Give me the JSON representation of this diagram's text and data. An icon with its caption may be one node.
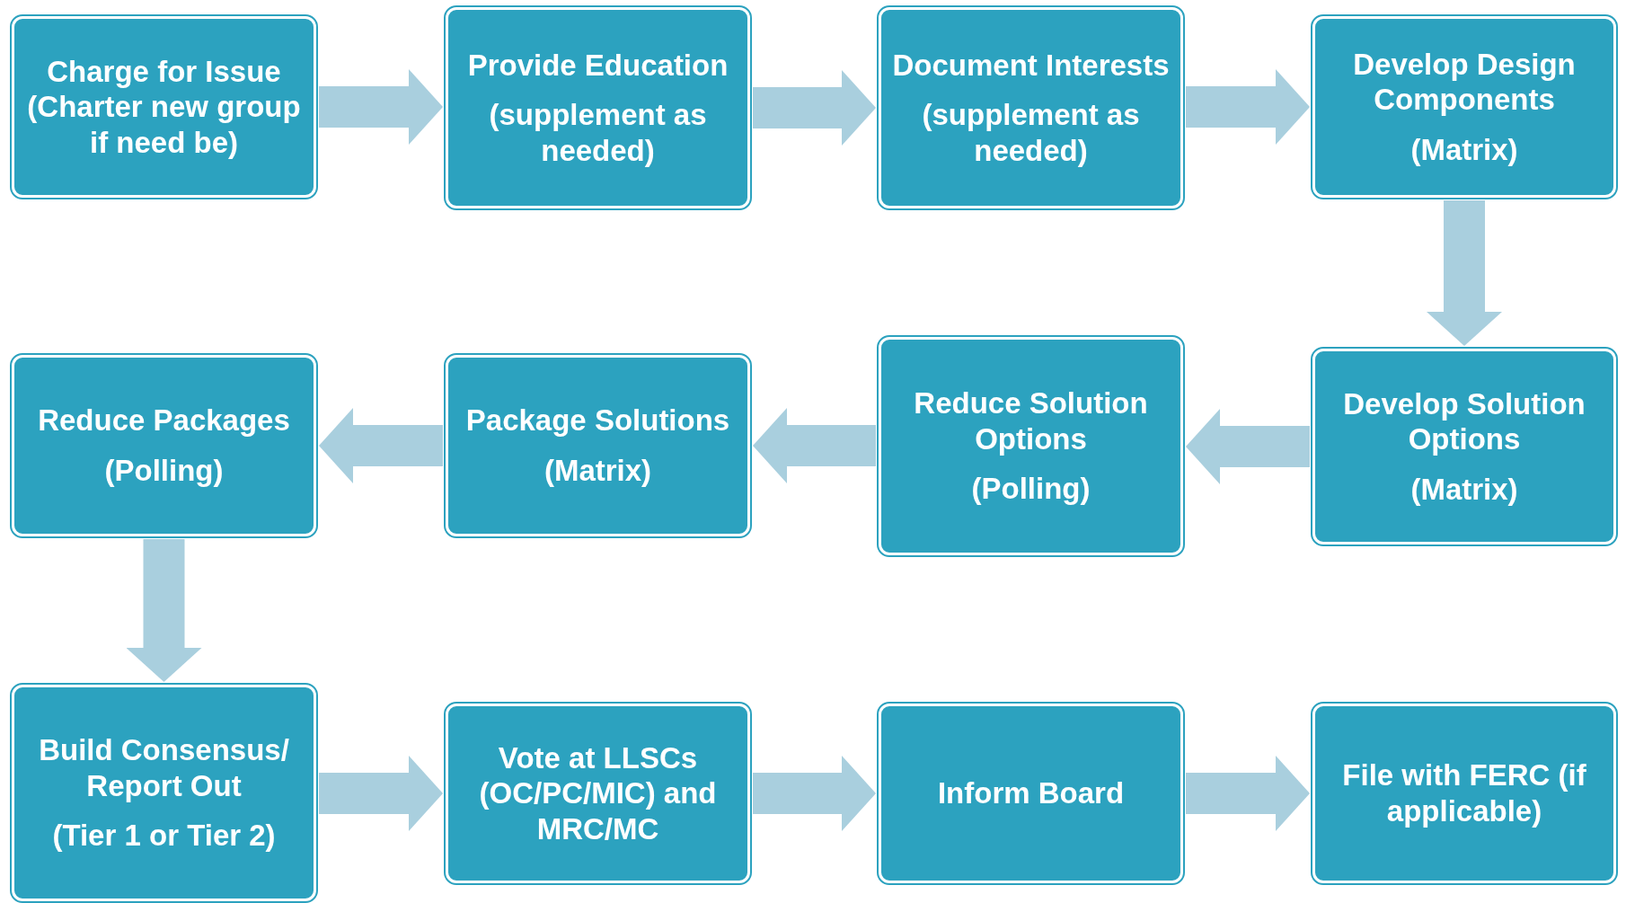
{
  "diagram": {
    "nodes": [
      {
        "text": [
          "Charge for Issue (Charter new group if need be)"
        ]
      },
      {
        "text": [
          "Provide Education",
          "(supplement as needed)"
        ]
      },
      {
        "text": [
          "Document Interests",
          "(supplement as needed)"
        ]
      },
      {
        "text": [
          "Develop Design Components",
          "(Matrix)"
        ]
      },
      {
        "text": [
          "Develop Solution Options",
          "(Matrix)"
        ]
      },
      {
        "text": [
          "Reduce Solution Options",
          "(Polling)"
        ]
      },
      {
        "text": [
          "Package Solutions",
          "(Matrix)"
        ]
      },
      {
        "text": [
          "Reduce Packages",
          "(Polling)"
        ]
      },
      {
        "text": [
          "Build Consensus/ Report Out",
          "(Tier 1 or Tier 2)"
        ]
      },
      {
        "text": [
          "Vote at LLSCs (OC/PC/MIC) and MRC/MC"
        ]
      },
      {
        "text": [
          "Inform Board"
        ]
      },
      {
        "text": [
          "File with FERC (if applicable)"
        ]
      }
    ],
    "edges": [
      {
        "from": 0,
        "to": 1,
        "arrow": "to"
      },
      {
        "from": 1,
        "to": 2,
        "arrow": "to"
      },
      {
        "from": 2,
        "to": 3,
        "arrow": "to"
      },
      {
        "from": 3,
        "to": 4,
        "arrow": "to"
      },
      {
        "from": 4,
        "to": 5,
        "arrow": "to"
      },
      {
        "from": 5,
        "to": 6,
        "arrow": "to"
      },
      {
        "from": 6,
        "to": 7,
        "arrow": "to"
      },
      {
        "from": 7,
        "to": 8,
        "arrow": "to"
      },
      {
        "from": 8,
        "to": 9,
        "arrow": "to"
      },
      {
        "from": 9,
        "to": 10,
        "arrow": "to"
      },
      {
        "from": 10,
        "to": 11,
        "arrow": "to"
      }
    ]
  }
}
